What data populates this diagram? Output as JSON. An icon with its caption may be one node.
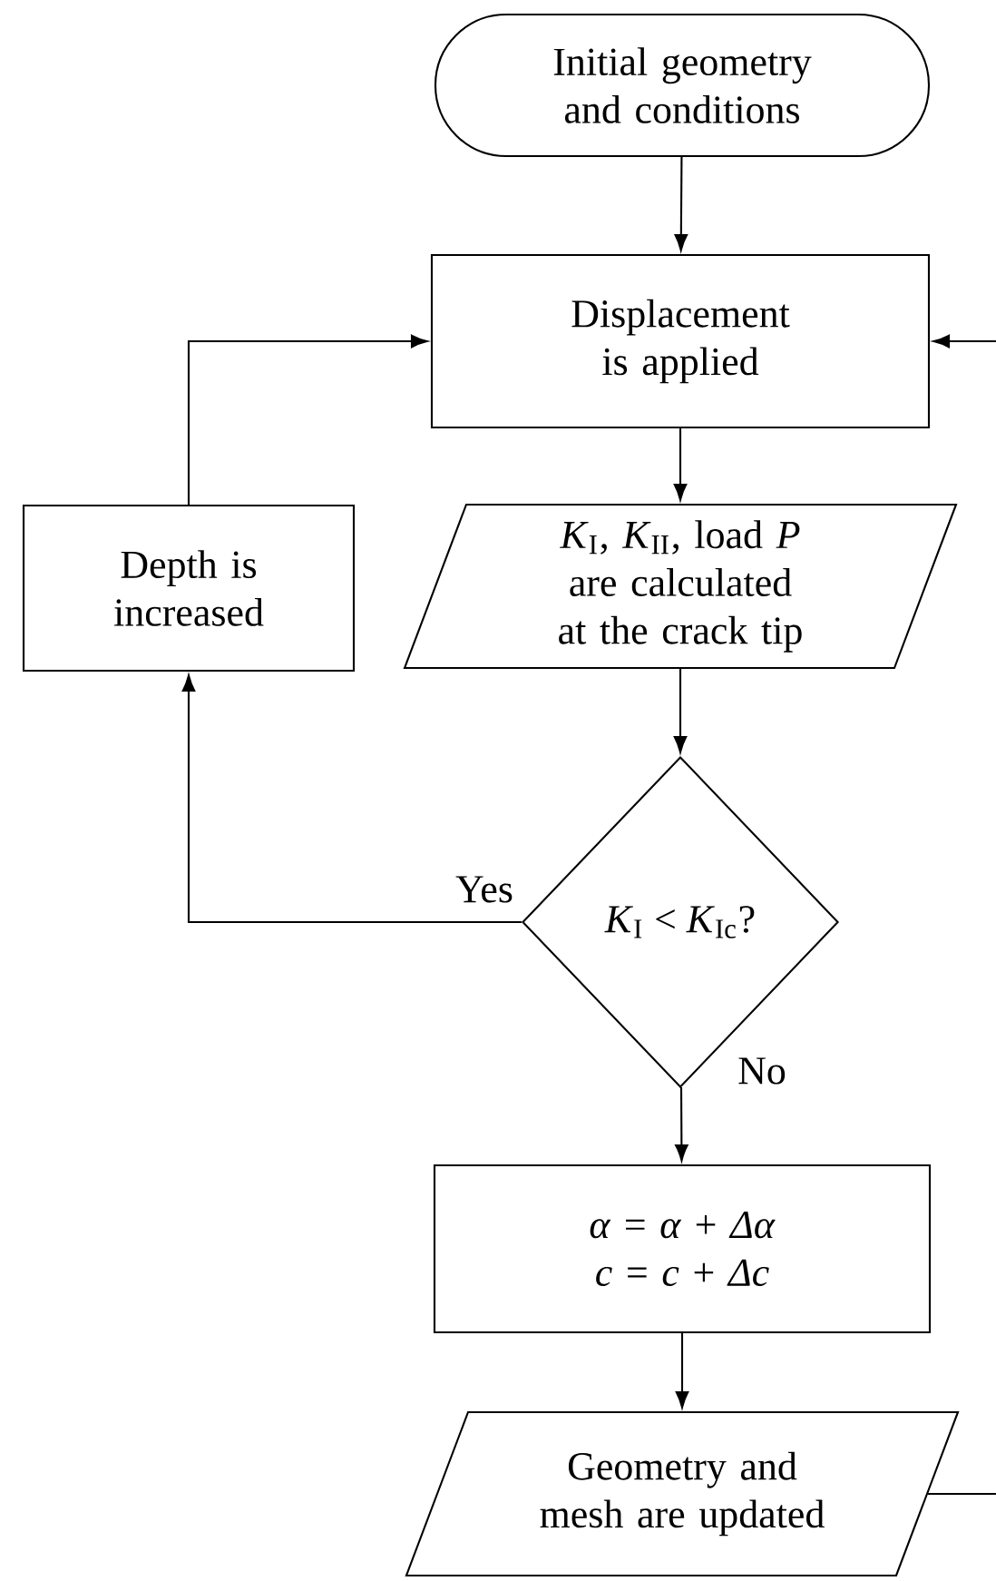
{
  "diagram": {
    "nodes": [
      {
        "text": [
          "Initial geometry and conditions"
        ]
      },
      {
        "text": [
          "Displacement is applied"
        ]
      },
      {
        "text": [
          "*K*$_{I}$, *K*$_{II}$, load *P* are calculated at the crack tip"
        ]
      },
      {
        "text": [
          "*K*$_{I}$ < *K*$_{Ic}$?"
        ]
      },
      {
        "text": [
          "Depth is increased"
        ]
      },
      {
        "text": [
          "*α* = *α* + *Δα*",
          "*c* = *c* + *Δc*"
        ]
      },
      {
        "text": [
          "Geometry and mesh are updated"
        ]
      }
    ],
    "edges": [
      {
        "from": 0,
        "to": 1,
        "arrow": "to"
      },
      {
        "from": 1,
        "to": 2,
        "arrow": "to"
      },
      {
        "from": 2,
        "to": 3,
        "arrow": "to"
      },
      {
        "from": 3,
        "to": 4,
        "arrow": "to",
        "label": "Yes"
      },
      {
        "from": 4,
        "to": 1,
        "arrow": "to"
      },
      {
        "from": 3,
        "to": 5,
        "arrow": "to",
        "label": "No"
      },
      {
        "from": 5,
        "to": 6,
        "arrow": "to"
      },
      {
        "from": 6,
        "to": 1,
        "arrow": "to"
      }
    ]
  }
}
